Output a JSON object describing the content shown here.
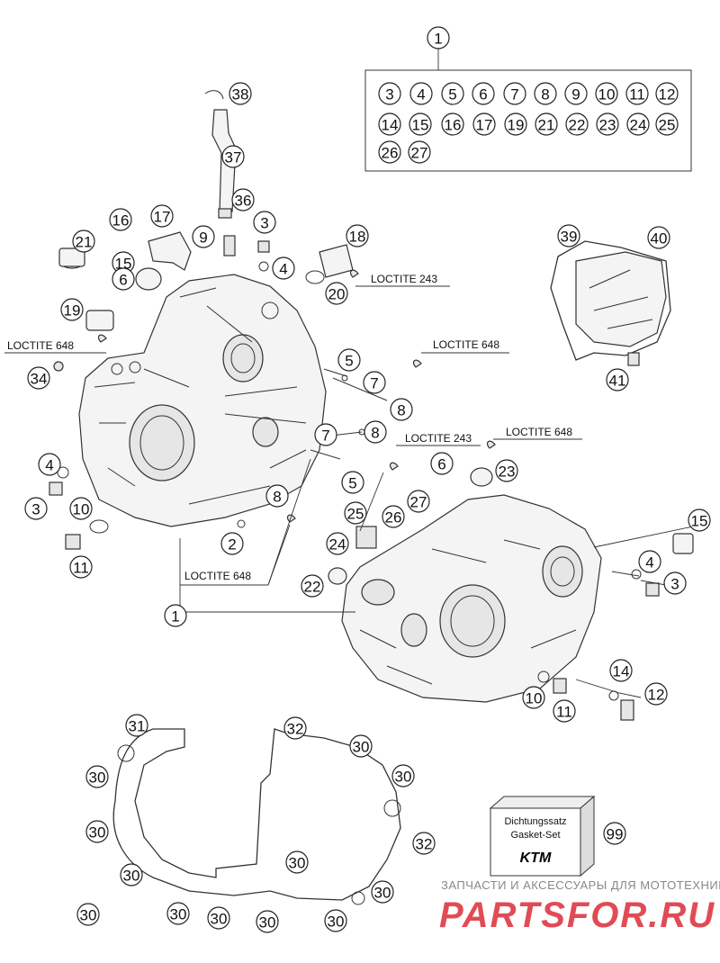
{
  "diagram": {
    "callouts": {
      "kit_header": "1",
      "kit_members": [
        "3",
        "4",
        "5",
        "6",
        "7",
        "8",
        "9",
        "10",
        "11",
        "12",
        "14",
        "15",
        "16",
        "17",
        "19",
        "21",
        "22",
        "23",
        "24",
        "25",
        "26",
        "27"
      ],
      "left_case": [
        "38",
        "37",
        "36",
        "16",
        "17",
        "3",
        "9",
        "21",
        "15",
        "4",
        "18",
        "20",
        "6",
        "19",
        "5",
        "34",
        "7",
        "8",
        "4",
        "3",
        "10",
        "11",
        "2",
        "7",
        "8",
        "5",
        "8",
        "1"
      ],
      "right_case": [
        "6",
        "23",
        "27",
        "25",
        "26",
        "24",
        "22",
        "15",
        "4",
        "3",
        "14",
        "10",
        "11",
        "12"
      ],
      "cover": [
        "39",
        "40",
        "41"
      ],
      "gaskets": [
        "31",
        "32",
        "30",
        "30",
        "30",
        "30",
        "30",
        "32",
        "30",
        "30",
        "30",
        "30",
        "30",
        "30",
        "30"
      ],
      "kit_box": "99"
    },
    "loctite_labels": {
      "l243_top": "LOCTITE 243",
      "l648_left": "LOCTITE 648",
      "l648_right": "LOCTITE 648",
      "l243_mid": "LOCTITE 243",
      "l648_mid": "LOCTITE 648",
      "l648_bottom": "LOCTITE 648"
    },
    "gasket_box": {
      "line1": "Dichtungssatz",
      "line2": "Gasket-Set",
      "brand": "KTM"
    },
    "watermark": {
      "tagline": "ЗАПЧАСТИ И АКСЕССУАРЫ ДЛЯ МОТОТЕХНИКИ",
      "logo": "PARTSFOR.RU"
    }
  }
}
